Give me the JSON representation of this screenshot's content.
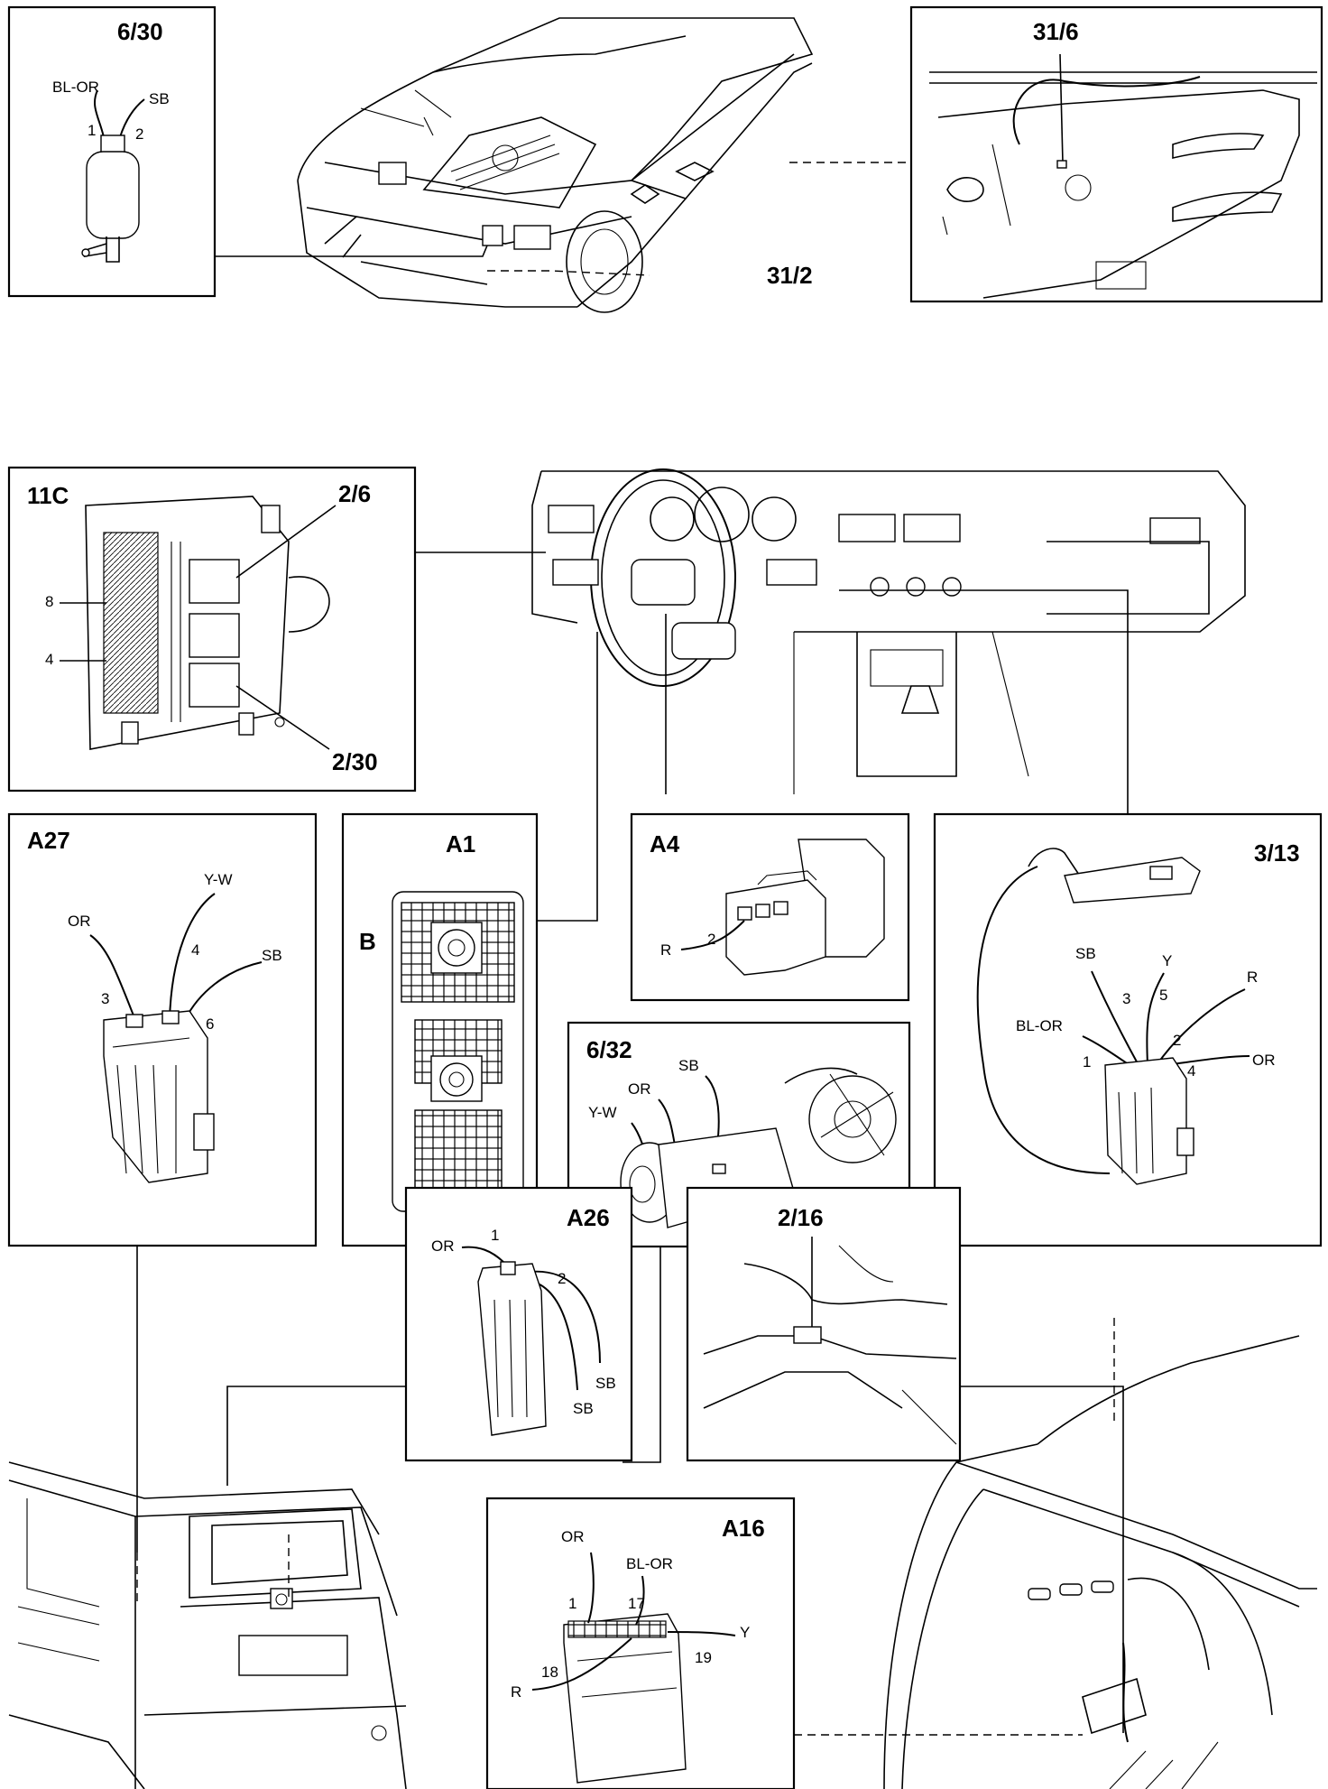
{
  "panels": {
    "p630": {
      "ref": "6/30",
      "wires": [
        "BL-OR",
        "SB"
      ],
      "pins": [
        "1",
        "2"
      ]
    },
    "p316": {
      "ref": "31/6"
    },
    "p312": {
      "ref": "31/2"
    },
    "p11c": {
      "ref": "11C",
      "callouts": [
        "2/6",
        "2/30"
      ],
      "pins": [
        "8",
        "4"
      ]
    },
    "pa27": {
      "ref": "A27",
      "wires": [
        "OR",
        "Y-W",
        "SB"
      ],
      "pins": [
        "3",
        "4",
        "6"
      ]
    },
    "pa1": {
      "ref": "A1",
      "sub": "B"
    },
    "pa4": {
      "ref": "A4",
      "wire": "R",
      "pin": "2"
    },
    "p313": {
      "ref": "3/13",
      "wires": [
        "SB",
        "Y",
        "R",
        "BL-OR",
        "OR"
      ],
      "pins": [
        "3",
        "5",
        "2",
        "1",
        "4"
      ]
    },
    "p632": {
      "ref": "6/32",
      "wires": [
        "SB",
        "OR",
        "Y-W"
      ]
    },
    "pa26": {
      "ref": "A26",
      "wires": [
        "OR",
        "SB",
        "SB"
      ],
      "pins": [
        "1",
        "2"
      ]
    },
    "p216": {
      "ref": "2/16"
    },
    "pa16": {
      "ref": "A16",
      "wires": [
        "OR",
        "BL-OR",
        "Y",
        "R"
      ],
      "pins": [
        "1",
        "17",
        "19",
        "18"
      ]
    }
  }
}
